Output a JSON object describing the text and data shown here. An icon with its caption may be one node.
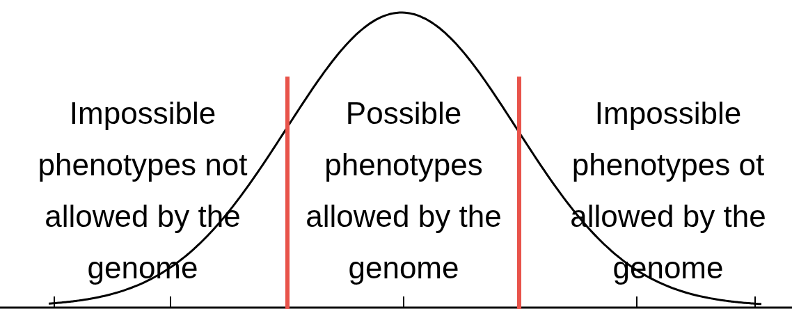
{
  "diagram": {
    "labels": [
      "Impossible phenotypes not allowed by the genome",
      "Possible phenotypes allowed by the genome",
      "Impossible phenotypes ot allowed by the genome"
    ]
  }
}
